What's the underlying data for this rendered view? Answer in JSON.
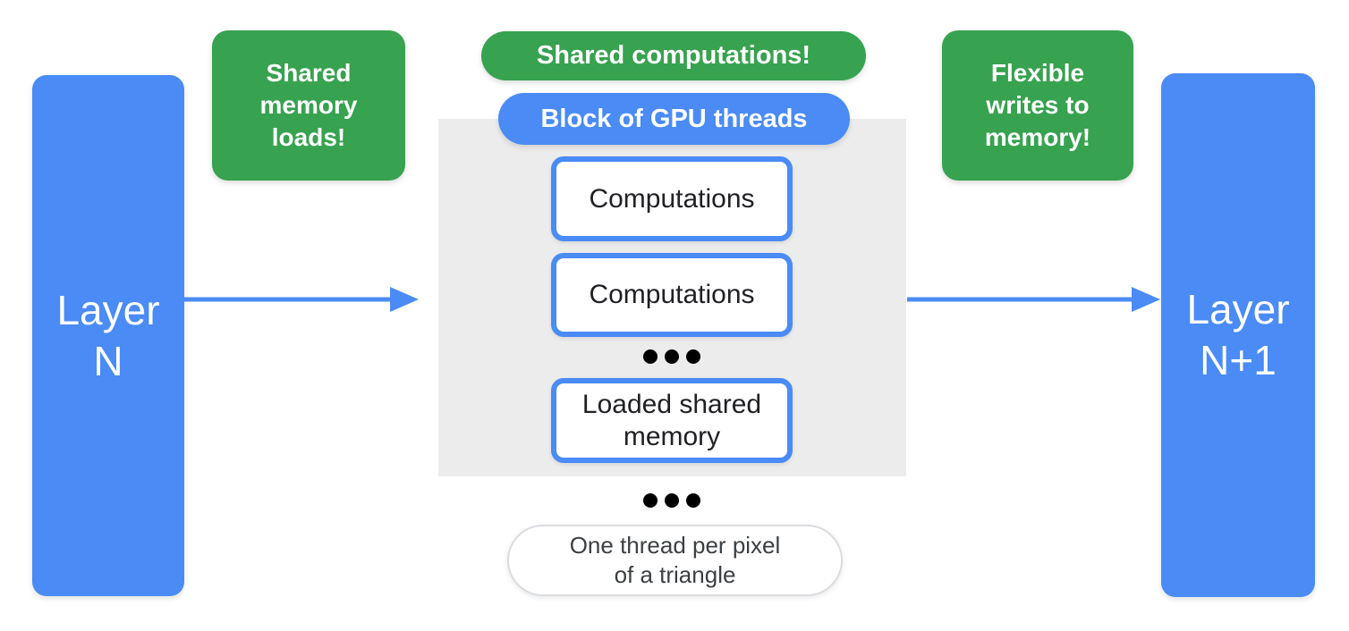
{
  "colors": {
    "blue": "#4A8BF5",
    "green": "#37A24F",
    "panel_gray": "#ECECEC",
    "dark_text": "#202124",
    "muted_text": "#3C4043",
    "pill_border": "#DADCE0",
    "dot_black": "#000000"
  },
  "layer_n": {
    "lines": [
      "Layer",
      "N"
    ]
  },
  "layer_n_plus_1": {
    "lines": [
      "Layer",
      "N+1"
    ]
  },
  "annotations": {
    "left": {
      "lines": [
        "Shared",
        "memory",
        "loads!"
      ]
    },
    "center": {
      "text": "Shared computations!"
    },
    "right": {
      "lines": [
        "Flexible",
        "writes to",
        "memory!"
      ]
    }
  },
  "gpu_block": {
    "label": "Block of GPU threads",
    "thread_boxes": [
      "Computations",
      "Computations",
      "Loaded shared memory"
    ]
  },
  "bottom_note": {
    "lines": [
      "One thread per pixel",
      "of a triangle"
    ]
  },
  "icons": {
    "ellipsis_inner": "three-dots",
    "ellipsis_outer": "three-dots",
    "arrow_left": "right-arrow",
    "arrow_right": "right-arrow"
  }
}
